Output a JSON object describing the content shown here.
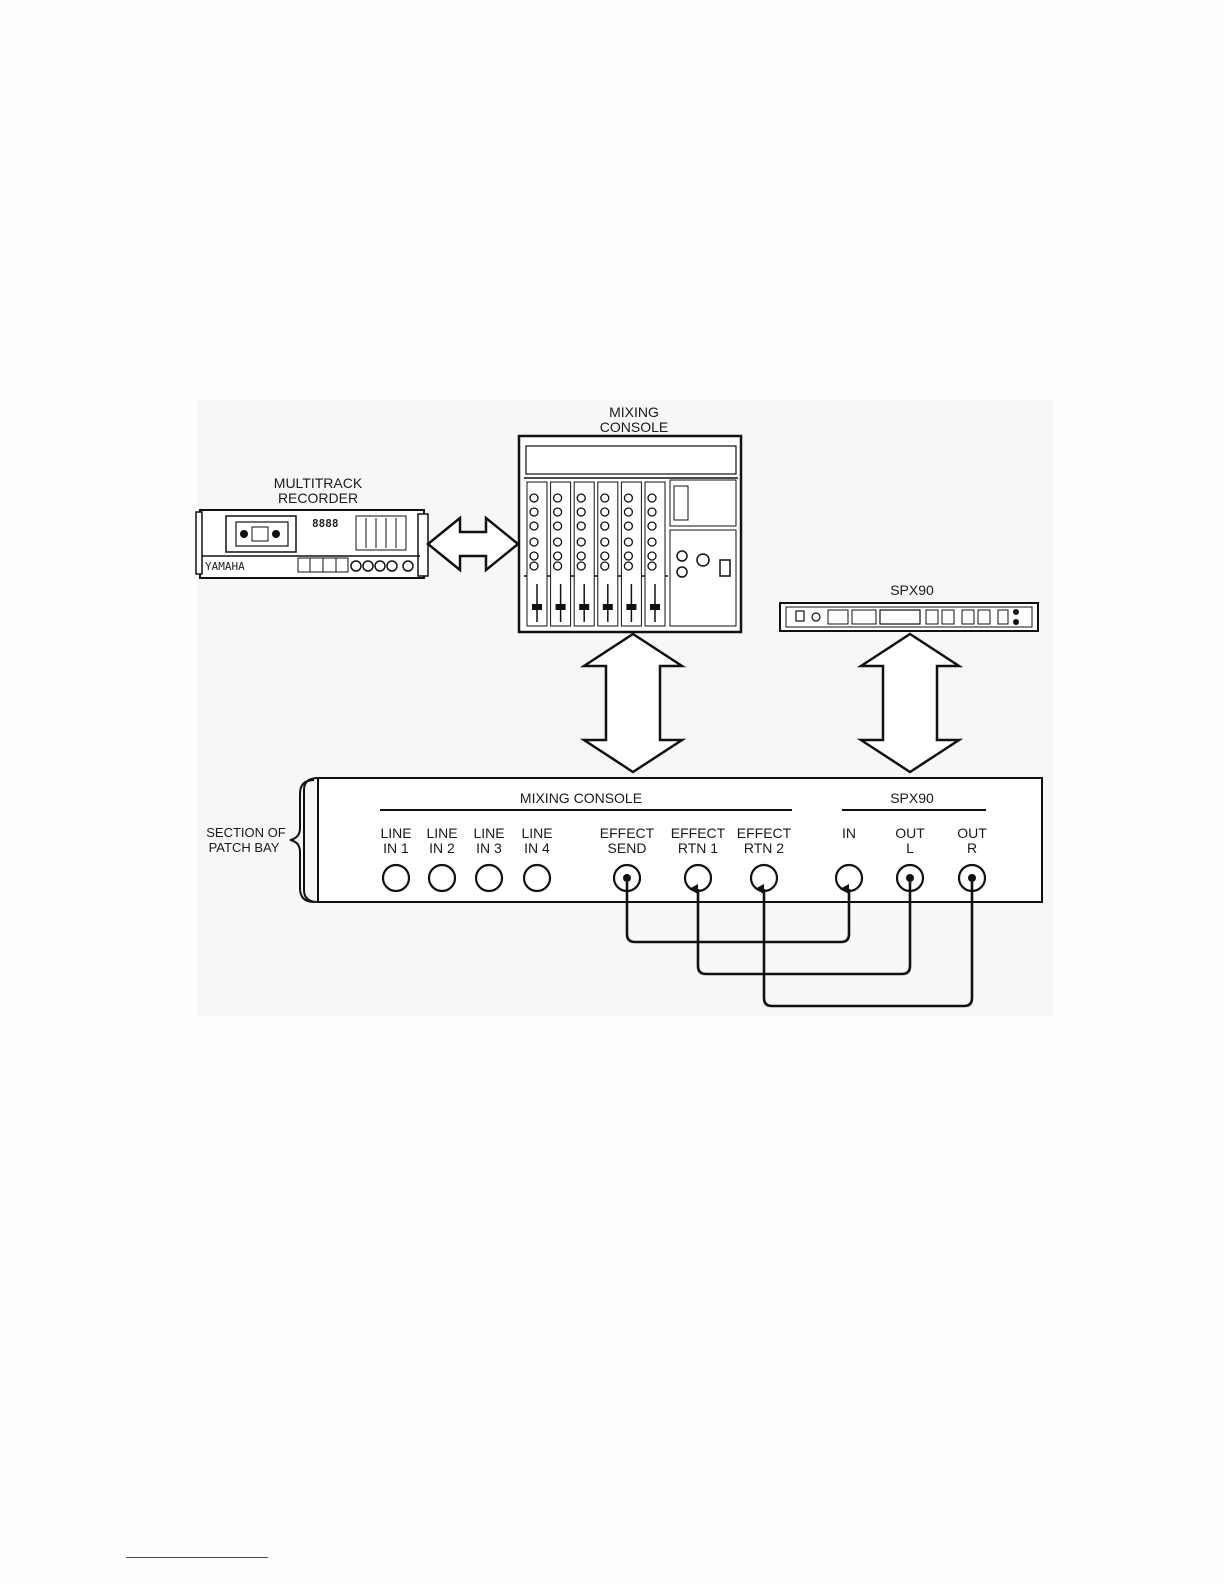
{
  "labels": {
    "recorder": [
      "MULTITRACK",
      "RECORDER"
    ],
    "console": [
      "MIXING",
      "CONSOLE"
    ],
    "spx": "SPX90",
    "patch_bay_side": [
      "SECTION OF",
      "PATCH BAY"
    ],
    "group_console": "MIXING CONSOLE",
    "group_spx": "SPX90",
    "recorder_display": "8888",
    "recorder_brand": "YAMAHA"
  },
  "jacks": [
    {
      "id": "line-in-1",
      "lines": [
        "LINE",
        "IN 1"
      ],
      "filled": false
    },
    {
      "id": "line-in-2",
      "lines": [
        "LINE",
        "IN 2"
      ],
      "filled": false
    },
    {
      "id": "line-in-3",
      "lines": [
        "LINE",
        "IN 3"
      ],
      "filled": false
    },
    {
      "id": "line-in-4",
      "lines": [
        "LINE",
        "IN 4"
      ],
      "filled": false
    },
    {
      "id": "effect-send",
      "lines": [
        "EFFECT",
        "SEND"
      ],
      "filled": true
    },
    {
      "id": "effect-rtn-1",
      "lines": [
        "EFFECT",
        "RTN 1"
      ],
      "filled": false
    },
    {
      "id": "effect-rtn-2",
      "lines": [
        "EFFECT",
        "RTN 2"
      ],
      "filled": false
    },
    {
      "id": "spx-in",
      "lines": [
        "IN"
      ],
      "filled": false
    },
    {
      "id": "spx-out-l",
      "lines": [
        "OUT",
        "L"
      ],
      "filled": true
    },
    {
      "id": "spx-out-r",
      "lines": [
        "OUT",
        "R"
      ],
      "filled": true
    }
  ],
  "connections": [
    {
      "from": "effect-send",
      "to": "spx-in"
    },
    {
      "from": "spx-out-l",
      "to": "effect-rtn-1"
    },
    {
      "from": "spx-out-r",
      "to": "effect-rtn-2"
    }
  ]
}
